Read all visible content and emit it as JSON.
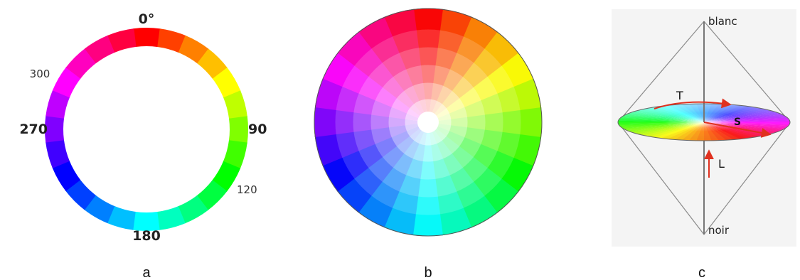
{
  "panel_a": {
    "degree_labels": [
      {
        "text": "0°",
        "angle": 0,
        "weight": "bold"
      },
      {
        "text": "90",
        "angle": 90,
        "weight": "bold"
      },
      {
        "text": "120",
        "angle": 120,
        "weight": "normal"
      },
      {
        "text": "180",
        "angle": 180,
        "weight": "bold"
      },
      {
        "text": "270",
        "angle": 270,
        "weight": "bold"
      },
      {
        "text": "300",
        "angle": 300,
        "weight": "normal"
      }
    ],
    "caption": "a"
  },
  "panel_b": {
    "caption": "b"
  },
  "panel_c": {
    "top_label": "blanc",
    "bottom_label": "noir",
    "hue_label": "T",
    "saturation_label": "S",
    "lightness_label": "L",
    "caption": "c"
  },
  "colors": {
    "arrow": "#e0311f",
    "outline": "#888888"
  }
}
